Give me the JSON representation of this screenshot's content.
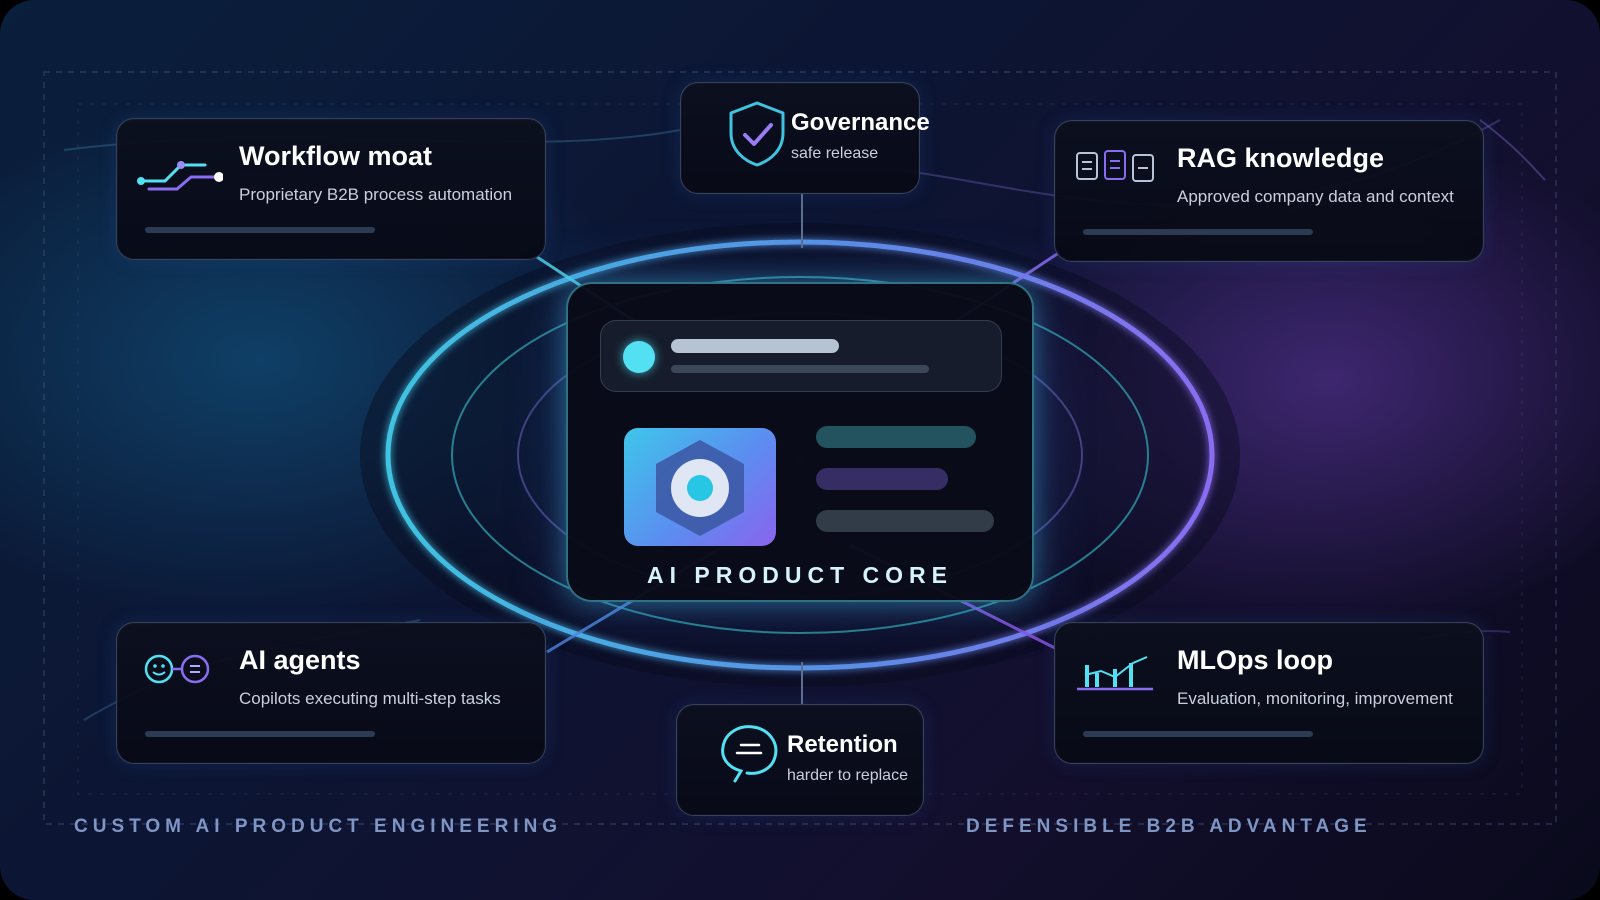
{
  "features": {
    "workflow": {
      "title": "Workflow moat",
      "subtitle": "Proprietary B2B process automation",
      "icon": "workflow-path-icon"
    },
    "rag": {
      "title": "RAG knowledge",
      "subtitle": "Approved company data and context",
      "icon": "document-columns-icon"
    },
    "agents": {
      "title": "AI agents",
      "subtitle": "Copilots executing multi-step tasks",
      "icon": "agents-faces-icon"
    },
    "mlops": {
      "title": "MLOps loop",
      "subtitle": "Evaluation, monitoring, improvement",
      "icon": "bar-chart-icon"
    }
  },
  "governance": {
    "title": "Governance",
    "subtitle": "safe release",
    "icon": "shield-check-icon"
  },
  "retention": {
    "title": "Retention",
    "subtitle": "harder to replace",
    "icon": "chat-bubble-icon"
  },
  "core": {
    "label": "AI PRODUCT CORE",
    "icon": "hexagon-target-icon"
  },
  "footer": {
    "left": "CUSTOM AI PRODUCT ENGINEERING",
    "right": "DEFENSIBLE B2B ADVANTAGE"
  },
  "colors": {
    "cyan": "#52e0f2",
    "purple": "#8a6cf0",
    "teal": "#2e9aa8",
    "background": "#0c1533"
  }
}
